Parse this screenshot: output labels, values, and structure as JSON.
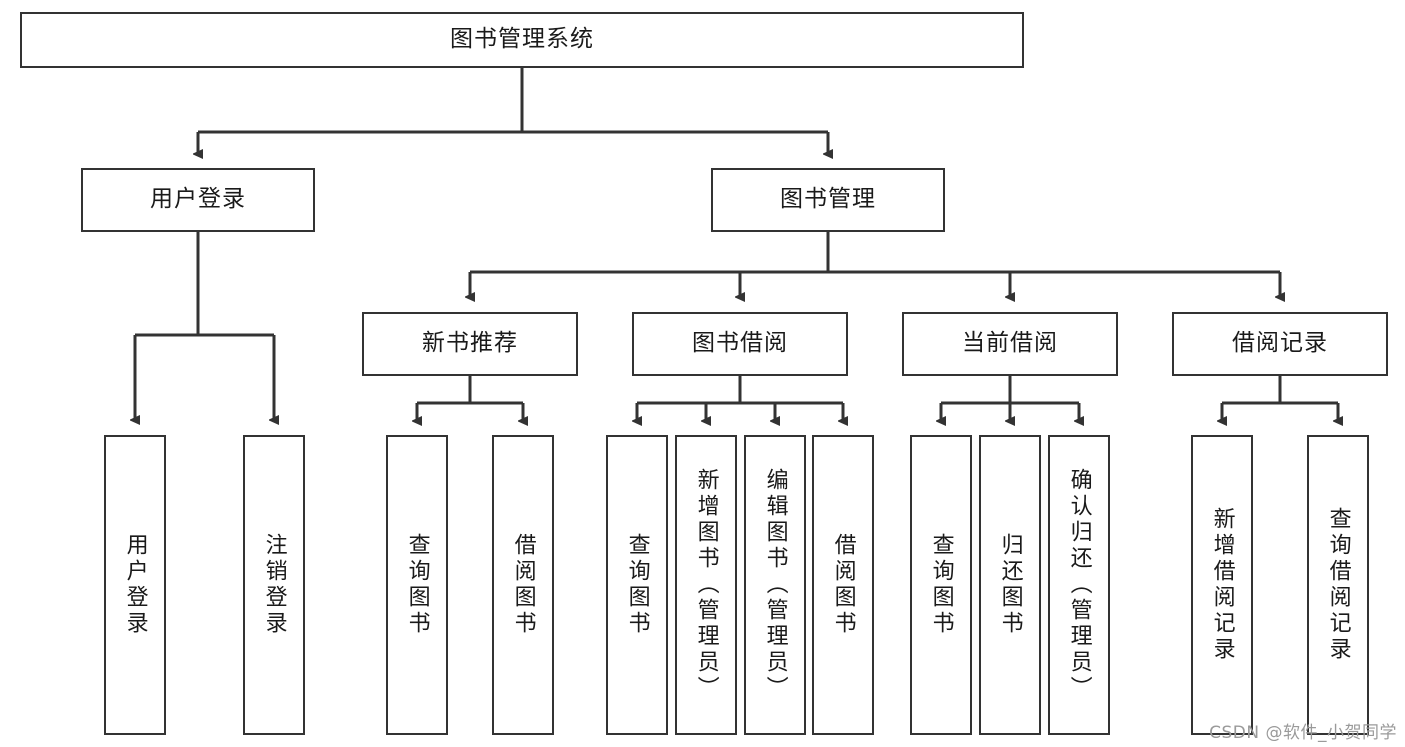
{
  "diagram": {
    "type": "tree-hierarchy",
    "title_node": "图书管理系统",
    "stroke_color": "#333333",
    "fill_color": "#ffffff",
    "text_color": "#1a1a1a",
    "level2": [
      {
        "label": "用户登录"
      },
      {
        "label": "图书管理"
      }
    ],
    "level3": [
      {
        "label": "新书推荐"
      },
      {
        "label": "图书借阅"
      },
      {
        "label": "当前借阅"
      },
      {
        "label": "借阅记录"
      }
    ],
    "leaves": {
      "user_login": [
        {
          "label": "用户登录"
        },
        {
          "label": "注销登录"
        }
      ],
      "new_book_recommend": [
        {
          "label": "查询图书"
        },
        {
          "label": "借阅图书"
        }
      ],
      "book_borrow": [
        {
          "label": "查询图书"
        },
        {
          "label": "新增图书（管理员）"
        },
        {
          "label": "编辑图书（管理员）"
        },
        {
          "label": "借阅图书"
        }
      ],
      "current_borrow": [
        {
          "label": "查询图书"
        },
        {
          "label": "归还图书"
        },
        {
          "label": "确认归还（管理员）"
        }
      ],
      "borrow_record": [
        {
          "label": "新增借阅记录"
        },
        {
          "label": "查询借阅记录"
        }
      ]
    }
  },
  "watermark": {
    "text": "CSDN @软件_小贺同学"
  }
}
